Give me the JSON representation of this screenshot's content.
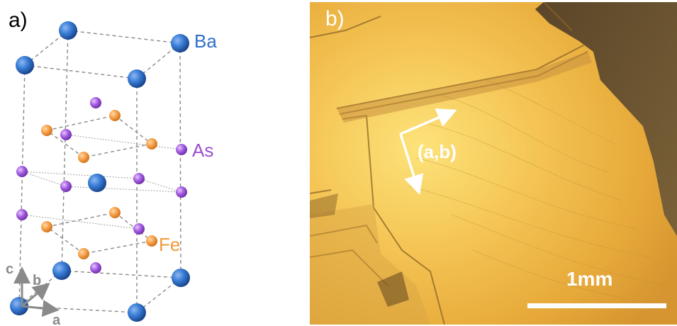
{
  "panel_a": {
    "label": "a)",
    "atoms": [
      {
        "name": "Ba",
        "color": "#2f6ec9"
      },
      {
        "name": "As",
        "color": "#9a4fd0"
      },
      {
        "name": "Fe",
        "color": "#f29a3a"
      }
    ],
    "axes": {
      "a": "a",
      "b": "b",
      "c": "c"
    }
  },
  "panel_b": {
    "label": "b)",
    "direction_label": "(a,b)",
    "scale_label": "1mm"
  }
}
